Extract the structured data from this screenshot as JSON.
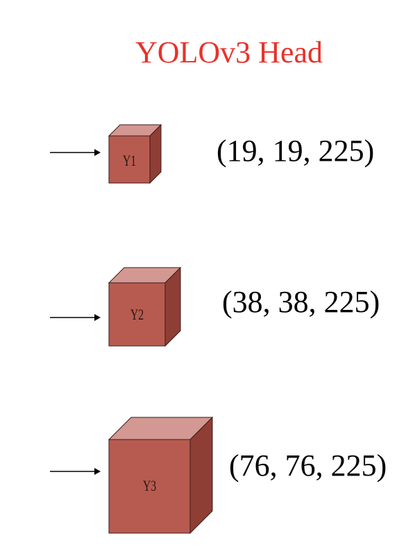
{
  "title": "YOLOv3 Head",
  "colors": {
    "title": "#e8322b",
    "cube_front": "#b75b50",
    "cube_top": "#d49893",
    "cube_side": "#8f3e35"
  },
  "outputs": [
    {
      "label": "Y1",
      "shape": "(19, 19, 225)"
    },
    {
      "label": "Y2",
      "shape": "(38, 38, 225)"
    },
    {
      "label": "Y3",
      "shape": "(76, 76, 225)"
    }
  ]
}
